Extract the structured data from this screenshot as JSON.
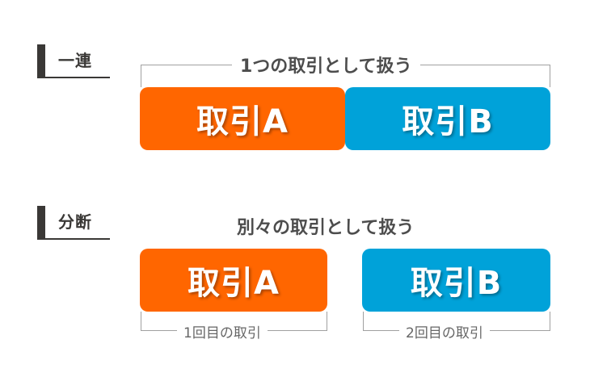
{
  "colors": {
    "orange": "#ff6600",
    "blue": "#00a2d9",
    "heading": "#3a3836",
    "caption": "#4d4d4d",
    "bracket": "#a0a0a0"
  },
  "section_series": {
    "heading": "一連",
    "caption": "1つの取引として扱う",
    "box_a": "取引A",
    "box_b": "取引B"
  },
  "section_split": {
    "heading": "分断",
    "caption": "別々の取引として扱う",
    "box_a": "取引A",
    "box_b": "取引B",
    "label_a": "1回目の取引",
    "label_b": "2回目の取引"
  }
}
